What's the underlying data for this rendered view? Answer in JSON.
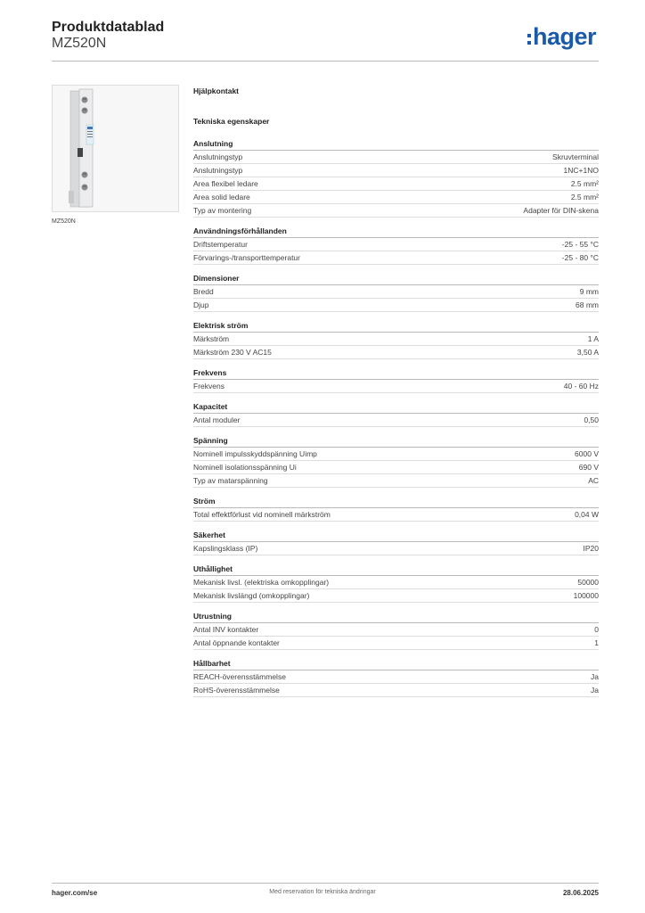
{
  "header": {
    "title": "Produktdatablad",
    "model": "MZ520N",
    "logo_text": "hager",
    "brand_color": "#1a5aa8"
  },
  "product": {
    "caption": "MZ520N"
  },
  "content": {
    "title": "Hjälpkontakt",
    "subtitle": "Tekniska egenskaper",
    "sections": [
      {
        "heading": "Anslutning",
        "rows": [
          {
            "label": "Anslutningstyp",
            "value": "Skruvterminal"
          },
          {
            "label": "Anslutningstyp",
            "value": "1NC+1NO"
          },
          {
            "label": "Area flexibel ledare",
            "value": "2.5 mm²"
          },
          {
            "label": "Area solid ledare",
            "value": "2.5 mm²"
          },
          {
            "label": "Typ av montering",
            "value": "Adapter för DIN-skena"
          }
        ]
      },
      {
        "heading": "Användningsförhållanden",
        "rows": [
          {
            "label": "Driftstemperatur",
            "value": "-25 - 55 °C"
          },
          {
            "label": "Förvarings-/transporttemperatur",
            "value": "-25 - 80 °C"
          }
        ]
      },
      {
        "heading": "Dimensioner",
        "rows": [
          {
            "label": "Bredd",
            "value": "9 mm"
          },
          {
            "label": "Djup",
            "value": "68 mm"
          }
        ]
      },
      {
        "heading": "Elektrisk ström",
        "rows": [
          {
            "label": "Märkström",
            "value": "1 A"
          },
          {
            "label": "Märkström 230 V AC15",
            "value": "3,50 A"
          }
        ]
      },
      {
        "heading": "Frekvens",
        "rows": [
          {
            "label": "Frekvens",
            "value": "40 - 60 Hz"
          }
        ]
      },
      {
        "heading": "Kapacitet",
        "rows": [
          {
            "label": "Antal moduler",
            "value": "0,50"
          }
        ]
      },
      {
        "heading": "Spänning",
        "rows": [
          {
            "label": "Nominell impulsskyddspänning Uimp",
            "value": "6000 V"
          },
          {
            "label": "Nominell isolationsspänning Ui",
            "value": "690 V"
          },
          {
            "label": "Typ av matarspänning",
            "value": "AC"
          }
        ]
      },
      {
        "heading": "Ström",
        "rows": [
          {
            "label": "Total effektförlust vid nominell märkström",
            "value": "0,04 W"
          }
        ]
      },
      {
        "heading": "Säkerhet",
        "rows": [
          {
            "label": "Kapslingsklass (IP)",
            "value": "IP20"
          }
        ]
      },
      {
        "heading": "Uthållighet",
        "rows": [
          {
            "label": "Mekanisk livsl. (elektriska omkopplingar)",
            "value": "50000"
          },
          {
            "label": "Mekanisk livslängd (omkopplingar)",
            "value": "100000"
          }
        ]
      },
      {
        "heading": "Utrustning",
        "rows": [
          {
            "label": "Antal INV kontakter",
            "value": "0"
          },
          {
            "label": "Antal öppnande kontakter",
            "value": "1"
          }
        ]
      },
      {
        "heading": "Hållbarhet",
        "rows": [
          {
            "label": "REACH-överensstämmelse",
            "value": "Ja"
          },
          {
            "label": "RoHS-överensstämmelse",
            "value": "Ja"
          }
        ]
      }
    ]
  },
  "footer": {
    "website": "hager.com/se",
    "note": "Med reservation för tekniska ändringar",
    "date": "28.06.2025"
  }
}
